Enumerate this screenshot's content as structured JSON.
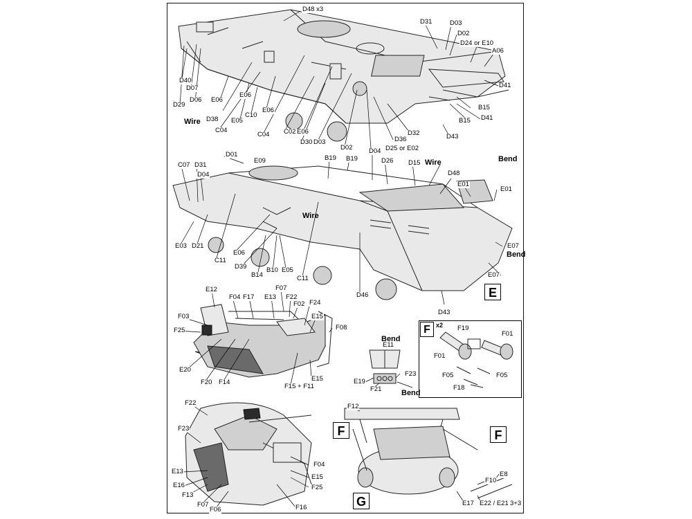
{
  "labels": {
    "d48x3": "D48 x3",
    "d31a": "D31",
    "d03a": "D03",
    "d02a": "D02",
    "d24e10": "D24 or E10",
    "a06": "A06",
    "d40": "D40",
    "d07a": "D07",
    "d06": "D06",
    "d29": "D29",
    "e06a": "E06",
    "e06b": "E06",
    "d38": "D38",
    "c04a": "C04",
    "e05a": "E05",
    "c10": "C10",
    "e06c": "E06",
    "c04b": "C04",
    "c02": "C02",
    "e06d": "E06",
    "d30": "D30",
    "d03b": "D03",
    "d02b": "D02",
    "d25e02": "D25 or E02",
    "d36": "D36",
    "d32": "D32",
    "d43a": "D43",
    "b15a": "B15",
    "b15b": "B15",
    "d41a": "D41",
    "d41b": "D41",
    "d01": "D01",
    "e09": "E09",
    "b19a": "B19",
    "b19b": "B19",
    "d04a": "D04",
    "d26": "D26",
    "d15": "D15",
    "d48b": "D48",
    "e01a": "E01",
    "e01b": "E01",
    "c07": "C07",
    "d31b": "D31",
    "d04b": "D04",
    "e03": "E03",
    "d21": "D21",
    "c11a": "C11",
    "e06e": "E06",
    "d39": "D39",
    "b14": "B14",
    "b10": "B10",
    "e05b": "E05",
    "c11b": "C11",
    "d46": "D46",
    "e07a": "E07",
    "e07b": "E07",
    "d43b": "D43",
    "e12": "E12",
    "f04a": "F04",
    "f17": "F17",
    "e13a": "E13",
    "f07a": "F07",
    "f22a": "F22",
    "f02": "F02",
    "f24": "F24",
    "e15a": "E15",
    "f03": "F03",
    "f08": "F08",
    "f25a": "F25",
    "e20": "E20",
    "f20": "F20",
    "f14": "F14",
    "f15f11": "F15 + F11",
    "e15b": "E15",
    "e11": "E11",
    "e19": "E19",
    "f21": "F21",
    "f23a": "F23",
    "f19": "F19",
    "f01a": "F01",
    "f01b": "F01",
    "f05a": "F05",
    "f05b": "F05",
    "f18": "F18",
    "f22b": "F22",
    "f23b": "F23",
    "e13b": "E13",
    "e16": "E16",
    "f13": "F13",
    "f07b": "F07",
    "f06": "F06",
    "f04b": "F04",
    "e15c": "E15",
    "f25b": "F25",
    "f16": "F16",
    "f12": "F12",
    "f10": "F10",
    "e8": "E8",
    "e17": "E17",
    "e22e21": "E22 / E21",
    "x33": "3+3"
  },
  "words": {
    "wire1": "Wire",
    "wire2": "Wire",
    "wire3": "Wire",
    "bend1": "Bend",
    "bend2": "Bend",
    "bend3": "Bend",
    "bend4": "Bend"
  },
  "sections": {
    "e": "E",
    "f_box": "F",
    "f_left": "F",
    "f_right": "F",
    "g": "G",
    "x2": "x2"
  }
}
